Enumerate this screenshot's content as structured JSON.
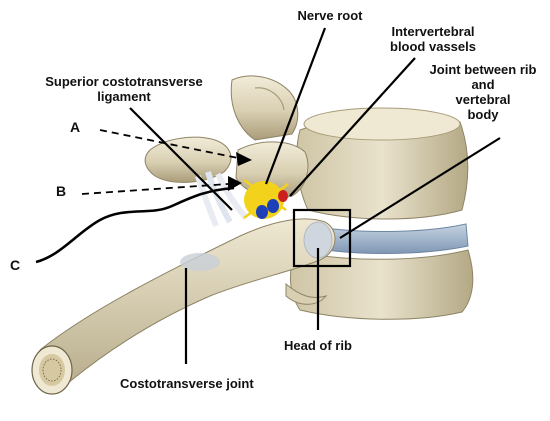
{
  "labels": {
    "nerve_root": "Nerve root",
    "intervertebral_blood_vessels": [
      "Intervertebral",
      "blood vassels"
    ],
    "superior_costotransverse_ligament": [
      "Superior costotransverse",
      "ligament"
    ],
    "joint_between_rib_and_body": [
      "Joint between rib",
      "and",
      "vertebral",
      "body"
    ],
    "head_of_rib": "Head of rib",
    "costotransverse_joint": "Costotransverse joint",
    "letter_a": "A",
    "letter_b": "B",
    "letter_c": "C"
  },
  "colors": {
    "bone_light": "#e6dfc7",
    "bone_mid": "#c9bf9f",
    "bone_shadow": "#8f8466",
    "disc": "#9fb4cc",
    "nerve_root": "#f2d21b",
    "vessel_blue": "#1d3fb8",
    "vessel_red": "#cc1f1f",
    "annotation_line": "#000000"
  }
}
